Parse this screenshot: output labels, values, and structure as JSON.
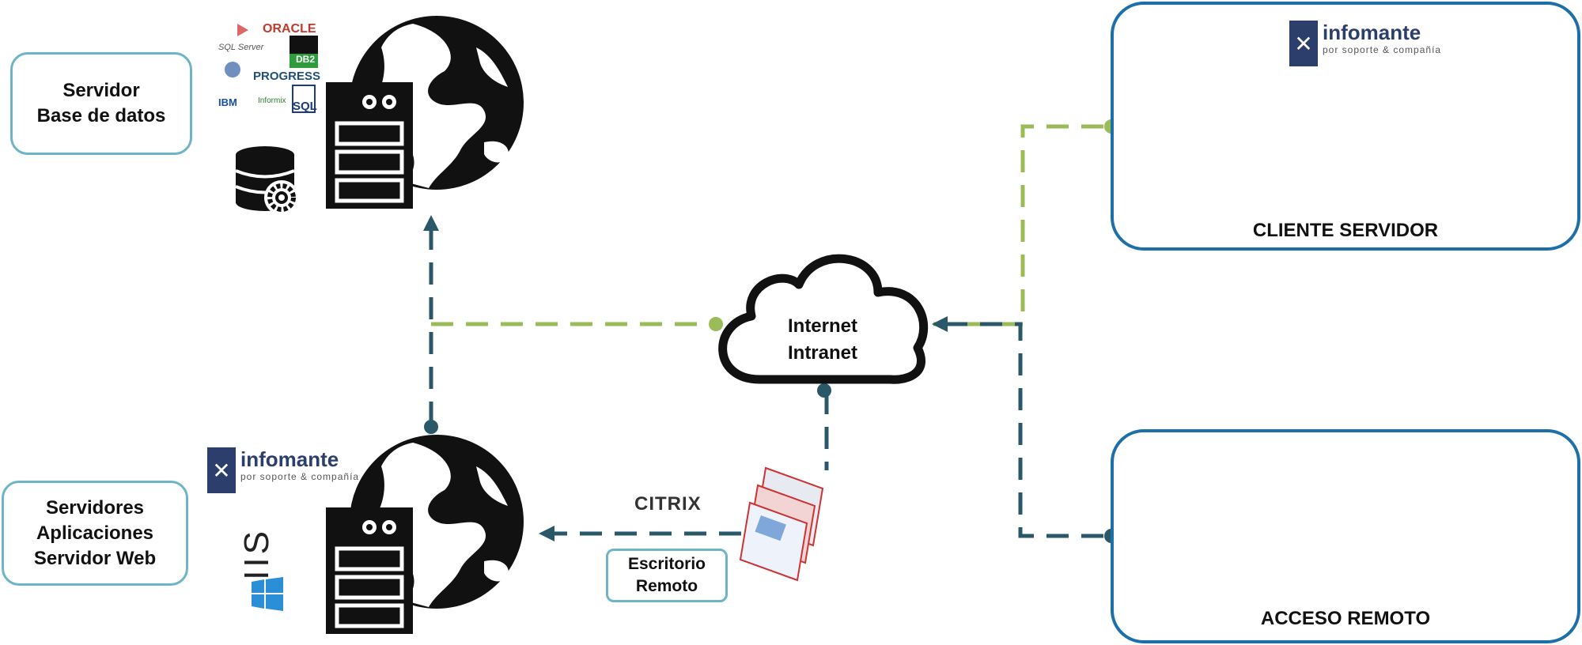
{
  "server_db_box": {
    "line1": "Servidor",
    "line2": "Base de datos"
  },
  "app_server_box": {
    "line1": "Servidores",
    "line2": "Aplicaciones",
    "line3": "Servidor Web"
  },
  "cloud": {
    "line1": "Internet",
    "line2": "Intranet"
  },
  "client_server_panel": {
    "caption": "CLIENTE SERVIDOR"
  },
  "remote_access_panel": {
    "caption": "ACCESO REMOTO"
  },
  "remote_desktop": {
    "label_line1": "Escritorio",
    "label_line2": "Remoto",
    "citrix": "CITRIX"
  },
  "logos": {
    "infomante_name": "infomante",
    "infomante_tag": "por soporte & compañía",
    "db_brands": [
      "ORACLE",
      "SQL Server",
      "DB2",
      "PROGRESS",
      "IBM",
      "Informix",
      "SQL"
    ],
    "iis": "IIS"
  },
  "colors": {
    "green_link": "#9bbb59",
    "teal_link": "#2a5868",
    "panel_border": "#1d6fa8",
    "label_border": "#6cb4c6",
    "icon": "#111111"
  },
  "icons": [
    "globe-icon",
    "server-icon",
    "database-gear-icon",
    "cloud-icon",
    "network-icon",
    "devices-icon",
    "windows-icon",
    "remote-app-icon"
  ]
}
